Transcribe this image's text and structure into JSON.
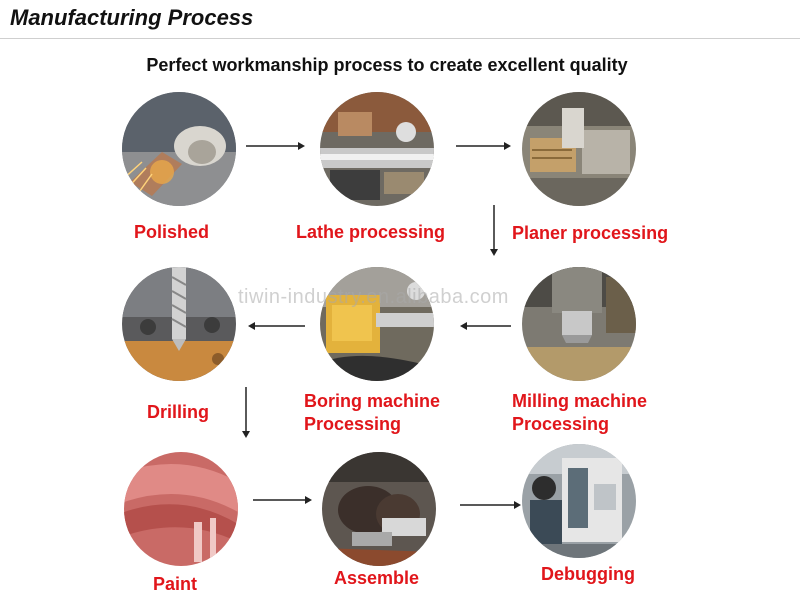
{
  "header": {
    "title": "Manufacturing Process",
    "subtitle": "Perfect workmanship process to create excellent quality"
  },
  "watermark": "tiwin-industry.en.alibaba.com",
  "colors": {
    "label_red": "#e1161b",
    "arrow": "#222222"
  },
  "steps": [
    {
      "id": "polished",
      "lines": [
        "Polished"
      ],
      "icon": "angle-grinder-icon"
    },
    {
      "id": "lathe",
      "lines": [
        "Lathe processing"
      ],
      "icon": "lathe-icon"
    },
    {
      "id": "planer",
      "lines": [
        "Planer processing"
      ],
      "icon": "planer-icon"
    },
    {
      "id": "milling",
      "lines": [
        "Milling machine",
        "Processing"
      ],
      "icon": "milling-cutter-icon"
    },
    {
      "id": "boring",
      "lines": [
        "Boring machine",
        "Processing"
      ],
      "icon": "boring-bar-icon"
    },
    {
      "id": "drilling",
      "lines": [
        "Drilling"
      ],
      "icon": "drill-bit-icon"
    },
    {
      "id": "paint",
      "lines": [
        "Paint"
      ],
      "icon": "painted-part-icon"
    },
    {
      "id": "assemble",
      "lines": [
        "Assemble"
      ],
      "icon": "gloved-hands-icon"
    },
    {
      "id": "debugging",
      "lines": [
        "Debugging"
      ],
      "icon": "worker-machine-icon"
    }
  ]
}
